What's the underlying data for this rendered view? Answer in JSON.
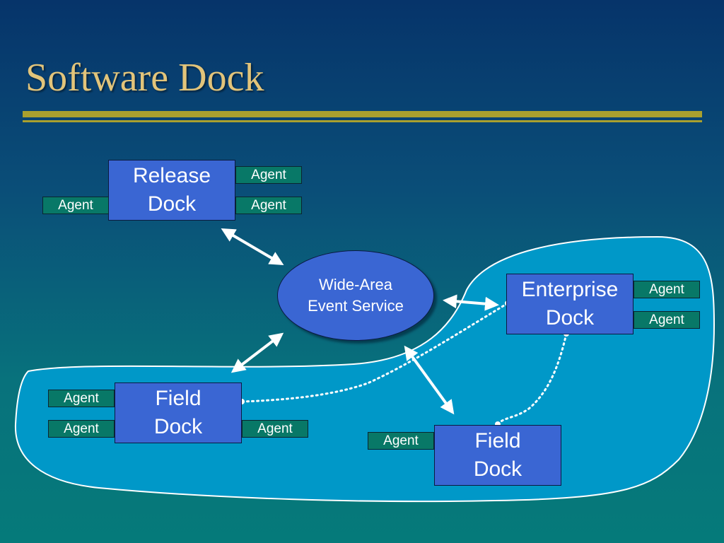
{
  "title": "Software Dock",
  "colors": {
    "title": "#e2c47a",
    "rule": "#a9a02e",
    "dock_fill": "#3a66d3",
    "agent_fill": "#087867",
    "region_fill": "#0098c8",
    "arrow": "#ffffff"
  },
  "docks": {
    "release": {
      "line1": "Release",
      "line2": "Dock"
    },
    "enterprise": {
      "line1": "Enterprise",
      "line2": "Dock"
    },
    "field_left": {
      "line1": "Field",
      "line2": "Dock"
    },
    "field_bottom": {
      "line1": "Field",
      "line2": "Dock"
    }
  },
  "event_service": {
    "line1": "Wide-Area",
    "line2": "Event Service"
  },
  "agent_label": "Agent",
  "connections": [
    {
      "from": "release",
      "to": "event_service",
      "style": "solid-bidirectional"
    },
    {
      "from": "event_service",
      "to": "enterprise",
      "style": "solid-bidirectional"
    },
    {
      "from": "event_service",
      "to": "field_left",
      "style": "solid-bidirectional"
    },
    {
      "from": "event_service",
      "to": "field_bottom",
      "style": "solid-bidirectional"
    },
    {
      "from": "enterprise",
      "to": "field_left",
      "style": "dotted"
    },
    {
      "from": "enterprise",
      "to": "field_bottom",
      "style": "dotted"
    }
  ]
}
